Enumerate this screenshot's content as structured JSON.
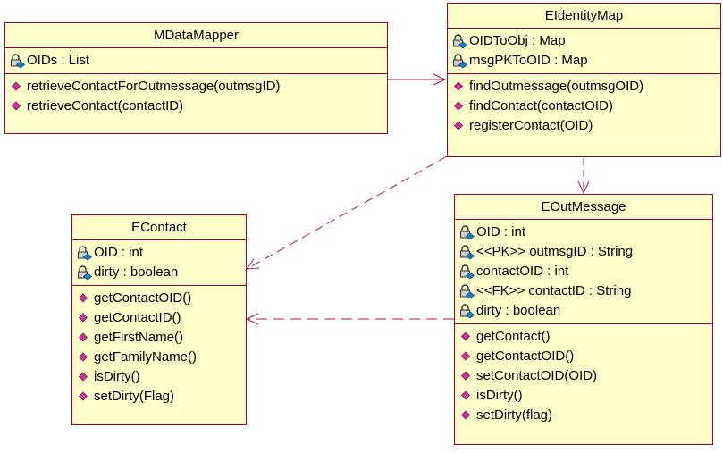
{
  "colors": {
    "box_fill": "#ffffcc",
    "box_border": "#990033",
    "connector": "#a0204a",
    "attribute_icon": "#1f7fbf",
    "operation_icon": "#cc3399"
  },
  "classes": {
    "mdatamapper": {
      "name": "MDataMapper",
      "attributes": [
        "OIDs : List"
      ],
      "operations": [
        "retrieveContactForOutmessage(outmsgID)",
        "retrieveContact(contactID)"
      ]
    },
    "eidentitymap": {
      "name": "EIdentityMap",
      "attributes": [
        "OIDToObj : Map",
        "msgPKToOID : Map"
      ],
      "operations": [
        "findOutmessage(outmsgOID)",
        "findContact(contactOID)",
        "registerContact(OID)"
      ]
    },
    "econtact": {
      "name": "EContact",
      "attributes": [
        "OID : int",
        "dirty : boolean"
      ],
      "operations": [
        "getContactOID()",
        "getContactID()",
        "getFirstName()",
        "getFamilyName()",
        "isDirty()",
        "setDirty(Flag)"
      ]
    },
    "eoutmessage": {
      "name": "EOutMessage",
      "attributes": [
        "OID : int",
        "<<PK>> outmsgID : String",
        "contactOID : int",
        "<<FK>> contactID : String",
        "dirty : boolean"
      ],
      "operations": [
        "getContact()",
        "getContactOID()",
        "setContactOID(OID)",
        "isDirty()",
        "setDirty(flag)"
      ]
    }
  },
  "icons": {
    "attribute": "private-attribute-lock-icon",
    "operation": "public-operation-diamond-icon"
  }
}
